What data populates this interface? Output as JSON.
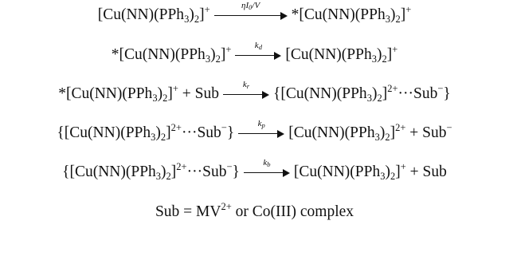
{
  "scheme": {
    "complex_core": "Cu(NN)(PPh",
    "sub_3": "3",
    "sub_2": "2",
    "star": "*",
    "charge_plus": "+",
    "charge_2plus": "2+",
    "charge_minus": "−",
    "ion_pair_dots": "···",
    "sub_word": "Sub",
    "plus_sign": "+",
    "arrow_labels": {
      "excitation": {
        "pre": "ηI",
        "sub": "0",
        "post": "/V"
      },
      "kd": {
        "k": "k",
        "sub": "d"
      },
      "kr": {
        "k": "k",
        "sub": "r"
      },
      "kp": {
        "k": "k",
        "sub": "p"
      },
      "kb": {
        "k": "k",
        "sub": "b"
      }
    },
    "footnote": {
      "lhs": "Sub = MV",
      "sup": "2+",
      "rhs": " or Co(III) complex"
    }
  }
}
